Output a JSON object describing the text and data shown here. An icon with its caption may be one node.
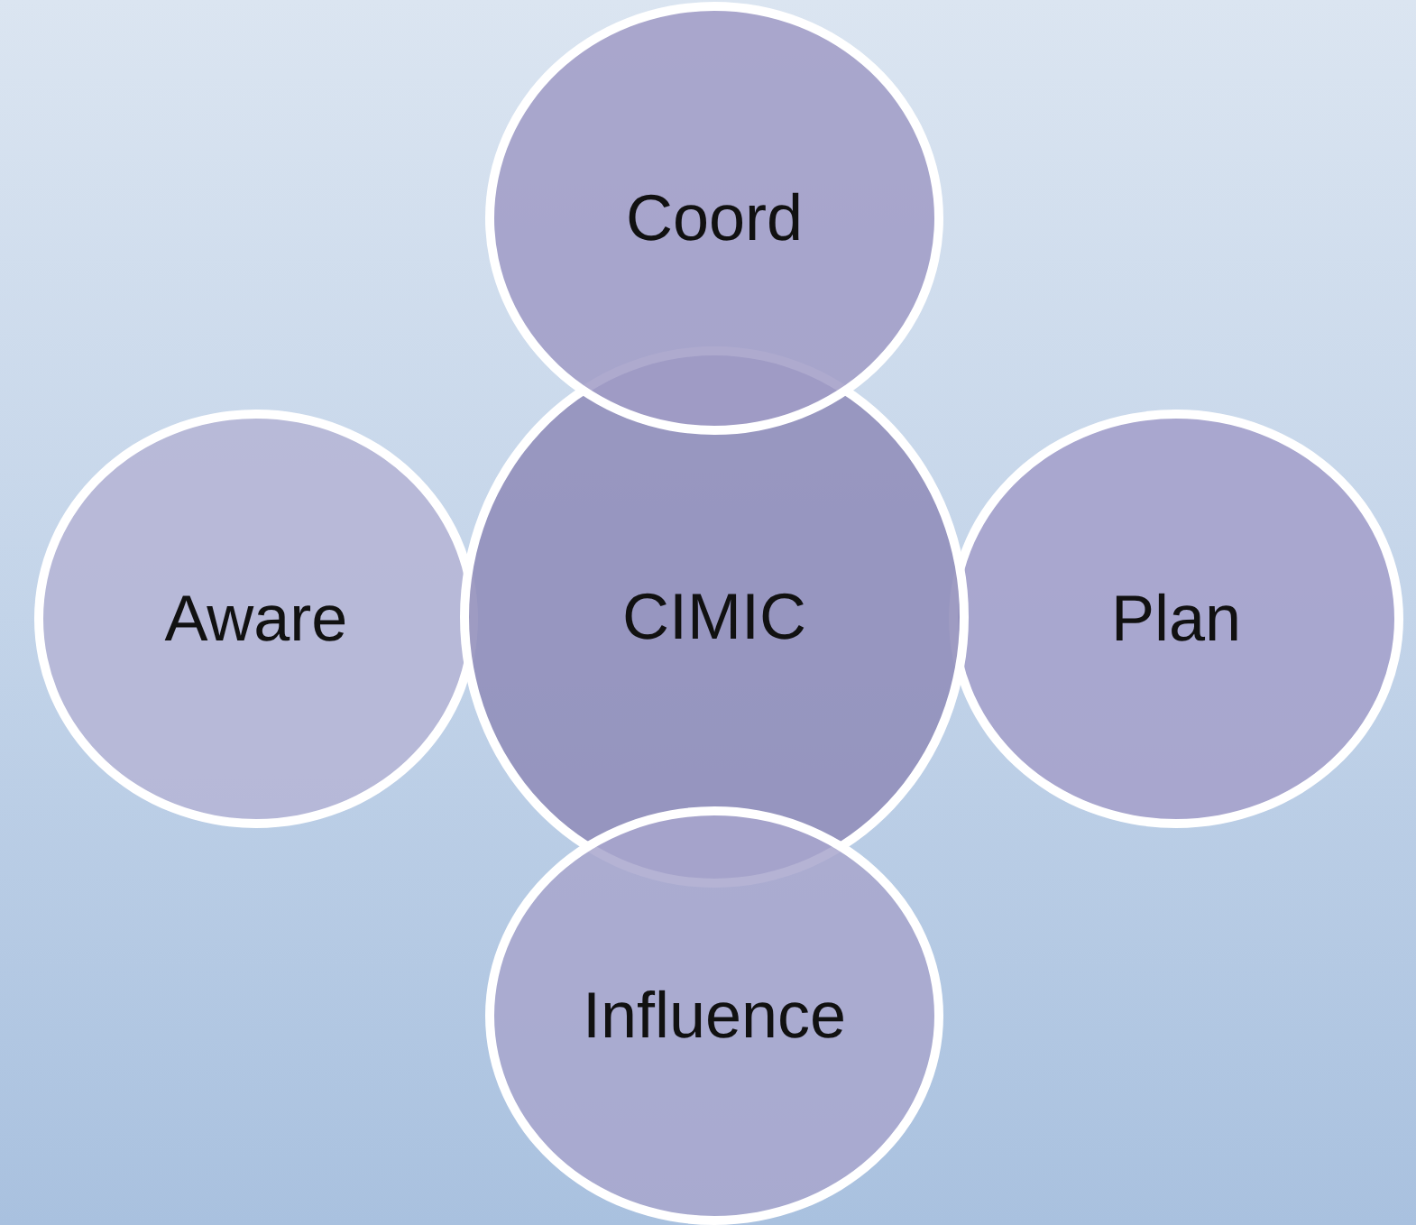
{
  "diagram": {
    "nodes": [
      {
        "text": [
          "Coord"
        ]
      },
      {
        "text": [
          "Aware"
        ]
      },
      {
        "text": [
          "CIMIC"
        ]
      },
      {
        "text": [
          "Plan"
        ]
      },
      {
        "text": [
          "Influence"
        ]
      }
    ]
  }
}
